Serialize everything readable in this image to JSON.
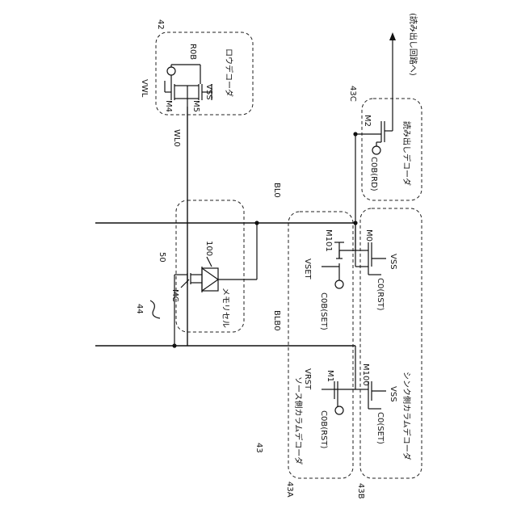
{
  "labels": {
    "ref_42": "42",
    "ref_43": "43",
    "ref_43A": "43A",
    "ref_43B": "43B",
    "ref_43C": "43C",
    "ref_44": "44",
    "ref_50": "50",
    "ref_100": "100",
    "row_decoder": "ロウデコーダ",
    "read_decoder": "読み出しデコーダ",
    "source_decoder": "ソース側カラムデコーダ",
    "sink_decoder": "シンク側カラムデコーダ",
    "memory_cell": "メモリセル",
    "to_read_circuit": "(読み出し回路へ)",
    "WL0": "WL0",
    "BL0": "BL0",
    "BLB0": "BLB0",
    "VWL": "VWL",
    "VSS_row": "VSS",
    "VSS_m0": "VSS",
    "VSS_m100": "VSS",
    "VSET": "VSET",
    "VRST": "VRST",
    "M4": "M4",
    "M5": "M5",
    "M2": "M2",
    "M101": "M101",
    "M0": "M0",
    "M1": "M1",
    "M100": "M100",
    "MC": "MC",
    "R0B": "R0B",
    "C0B_RD": "C0B(RD)",
    "C0B_SET": "C0B(SET)",
    "C0_RST": "C0(RST)",
    "C0B_RST": "C0B(RST)",
    "C0_SET": "C0(SET)"
  }
}
